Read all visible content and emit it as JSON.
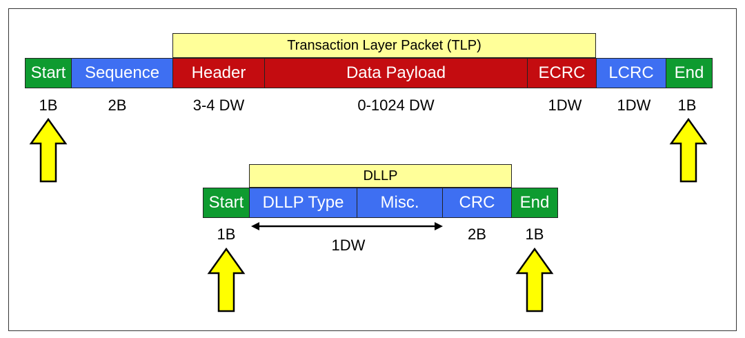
{
  "tlp": {
    "banner": "Transaction Layer Packet (TLP)",
    "fields": {
      "start": "Start",
      "sequence": "Sequence",
      "header": "Header",
      "payload": "Data Payload",
      "ecrc": "ECRC",
      "lcrc": "LCRC",
      "end": "End"
    },
    "sizes": {
      "start": "1B",
      "sequence": "2B",
      "header": "3-4 DW",
      "payload": "0-1024 DW",
      "ecrc": "1DW",
      "lcrc": "1DW",
      "end": "1B"
    }
  },
  "dllp": {
    "banner": "DLLP",
    "fields": {
      "start": "Start",
      "type": "DLLP Type",
      "misc": "Misc.",
      "crc": "CRC",
      "end": "End"
    },
    "sizes": {
      "start": "1B",
      "span": "1DW",
      "crc": "2B",
      "end": "1B"
    }
  },
  "colors": {
    "framing": "#0e9b30",
    "link": "#3e6ff2",
    "transaction": "#c40c10",
    "banner": "#ffff99",
    "arrow": "#ffff00"
  }
}
